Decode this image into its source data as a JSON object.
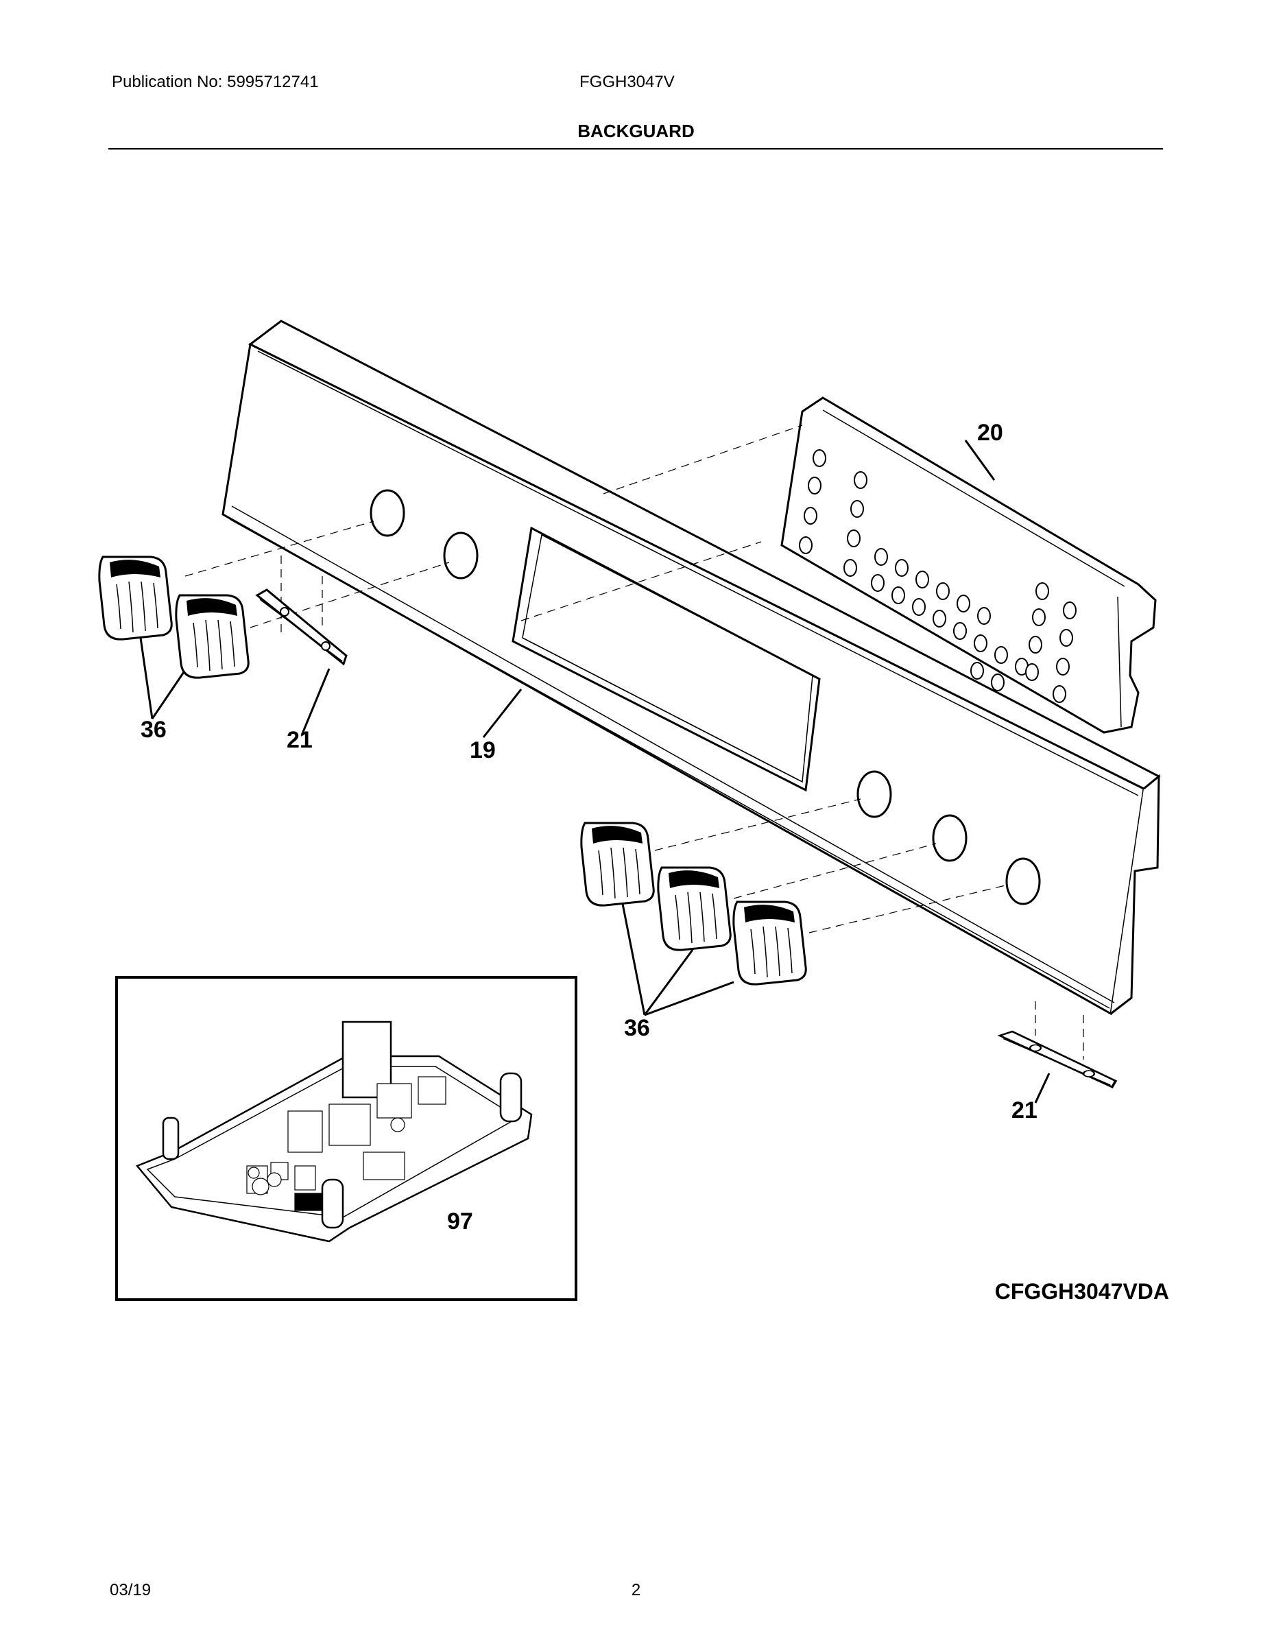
{
  "header": {
    "publication": "Publication No: 5995712741",
    "model": "FGGH3047V",
    "section_title": "BACKGUARD"
  },
  "callouts": {
    "display_board": "20",
    "control_knobs_left": "36",
    "bracket_left": "21",
    "backguard_panel": "19",
    "control_knobs_right": "36",
    "bracket_right": "21",
    "control_board_inset": "97"
  },
  "diagram_code": "CFGGH3047VDA",
  "footer": {
    "date": "03/19",
    "page_number": "2"
  }
}
